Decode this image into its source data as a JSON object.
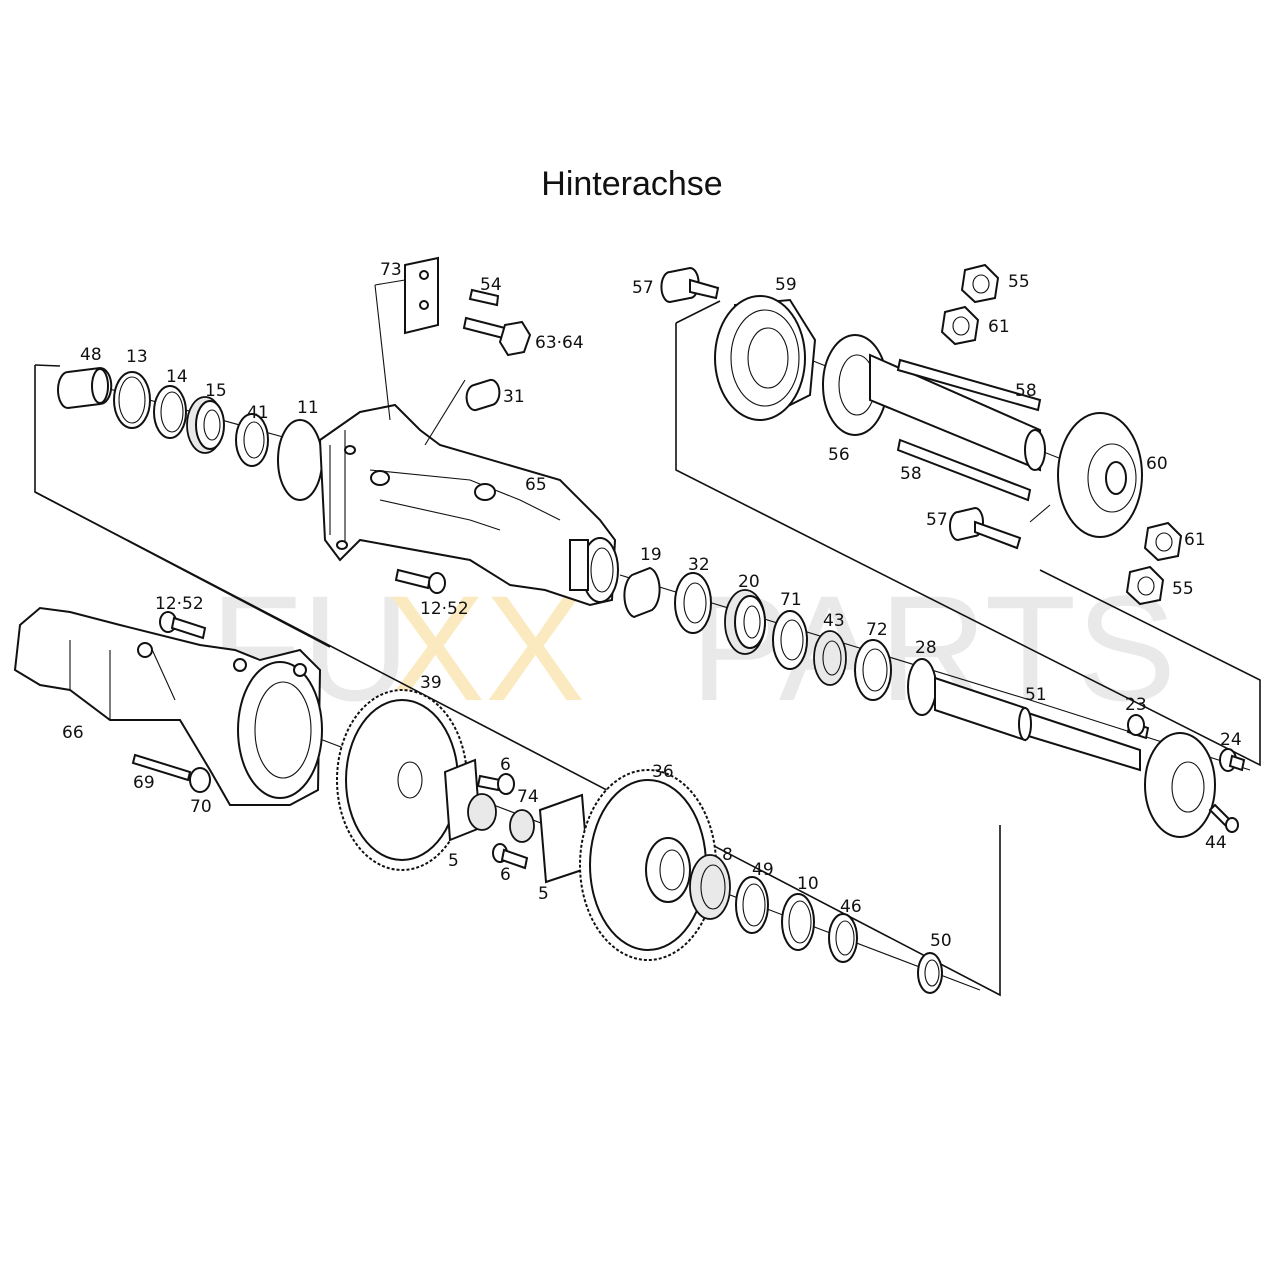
{
  "title": "Hinterachse",
  "watermark": {
    "text_left": "FU",
    "text_mid": "XX",
    "text_right": "PARTS"
  },
  "colors": {
    "ink": "#111111",
    "watermark_gray": "#e6e6e6",
    "watermark_accent": "#fbe6b4"
  },
  "part_labels": [
    "48",
    "13",
    "14",
    "15",
    "41",
    "11",
    "73",
    "54",
    "63·64",
    "31",
    "65",
    "57",
    "59",
    "55",
    "61",
    "58",
    "56",
    "58",
    "60",
    "57",
    "61",
    "55",
    "12·52",
    "12·52",
    "19",
    "32",
    "20",
    "71",
    "43",
    "72",
    "28",
    "51",
    "23",
    "24",
    "44",
    "66",
    "69",
    "70",
    "39",
    "6",
    "74",
    "6",
    "5",
    "5",
    "36",
    "8",
    "49",
    "10",
    "46",
    "50"
  ]
}
